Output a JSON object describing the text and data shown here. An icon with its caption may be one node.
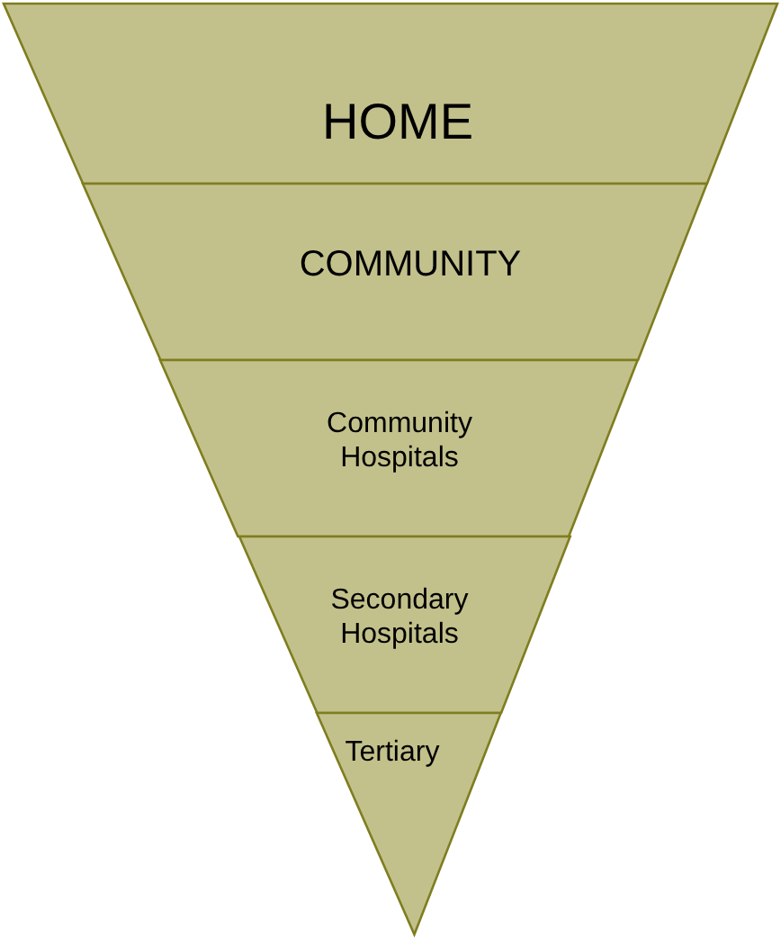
{
  "diagram": {
    "nodes": [
      {
        "text": [
          "HOME"
        ]
      },
      {
        "text": [
          "COMMUNITY"
        ]
      },
      {
        "text": [
          "Community Hospitals"
        ]
      },
      {
        "text": [
          "Secondary Hospitals"
        ]
      },
      {
        "text": [
          "Tertiary"
        ]
      }
    ]
  }
}
